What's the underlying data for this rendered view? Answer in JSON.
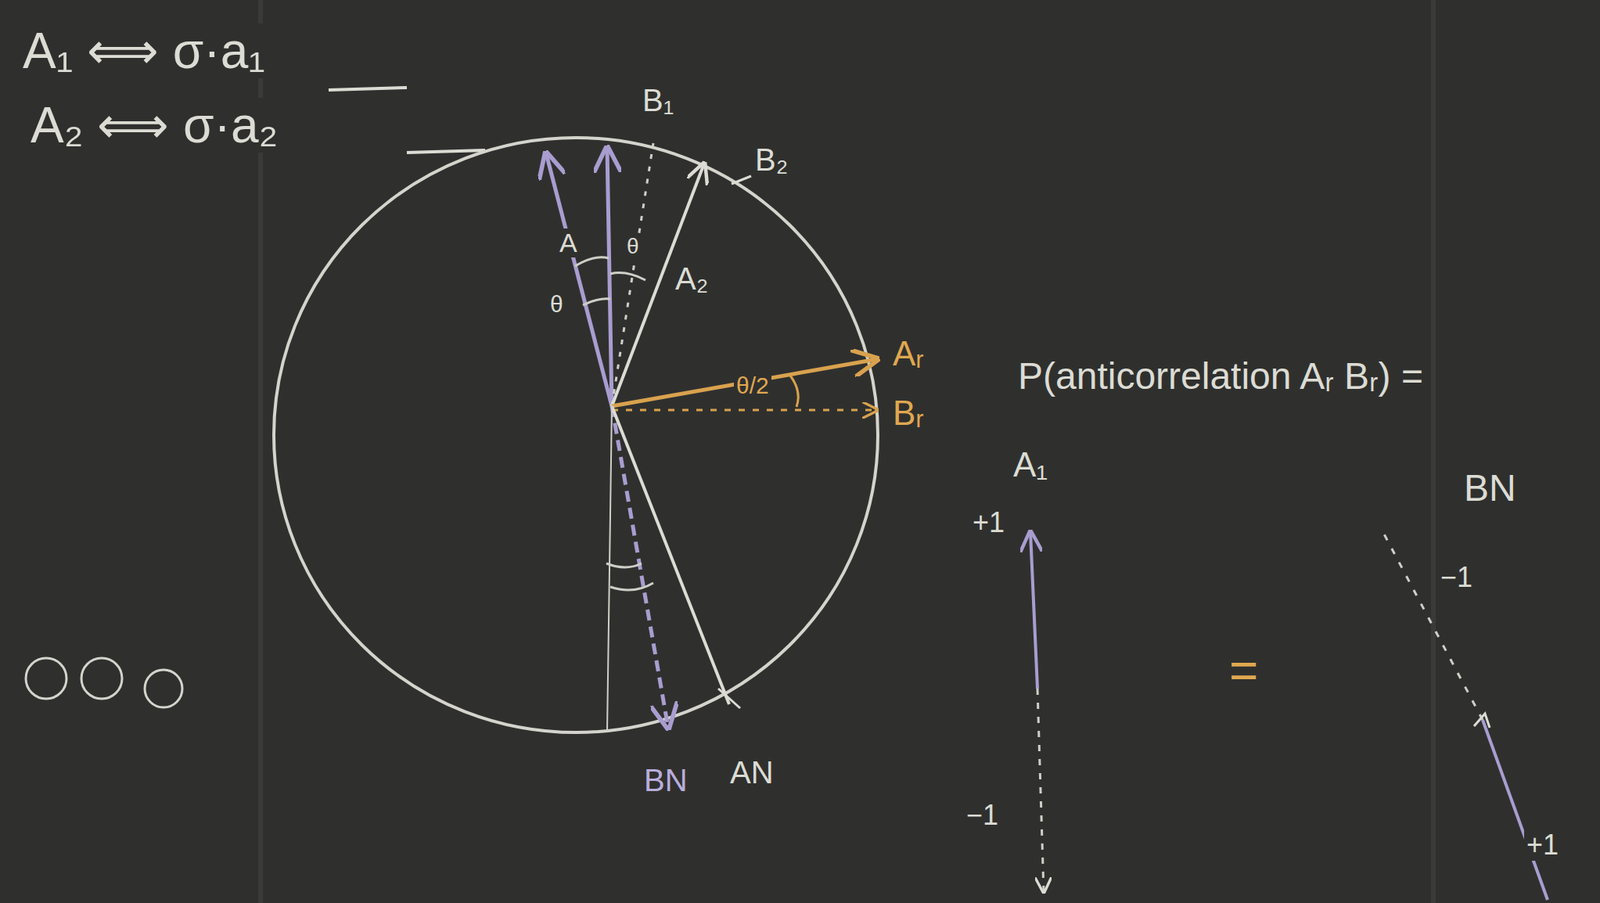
{
  "diagram": {
    "labels": [
      "A₁ ⟺ σ·a₁",
      "A₂ ⟺ σ·a₂",
      "B₁",
      "B₂",
      "A",
      "θ",
      "θ",
      "A₂",
      "Aᵣ",
      "θ/2",
      "Bᵣ",
      "BN",
      "AN",
      "P(anticorrelation Aᵣ Bᵣ) =",
      "A₁",
      "+1",
      "−1",
      "BN",
      "−1",
      "+1",
      "="
    ]
  }
}
